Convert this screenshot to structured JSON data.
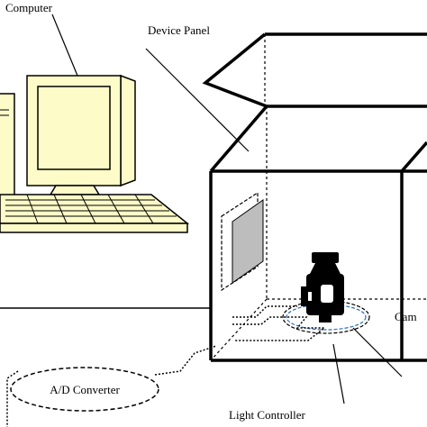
{
  "labels": {
    "computer": "Computer",
    "device_panel": "Device Panel",
    "ad_converter": "A/D Converter",
    "light_controller": "Light Controller",
    "camera": "Cam"
  },
  "colors": {
    "monitor_fill": "#fdfbc8",
    "panel_gray": "#bdbdbd",
    "stroke": "#000000"
  }
}
